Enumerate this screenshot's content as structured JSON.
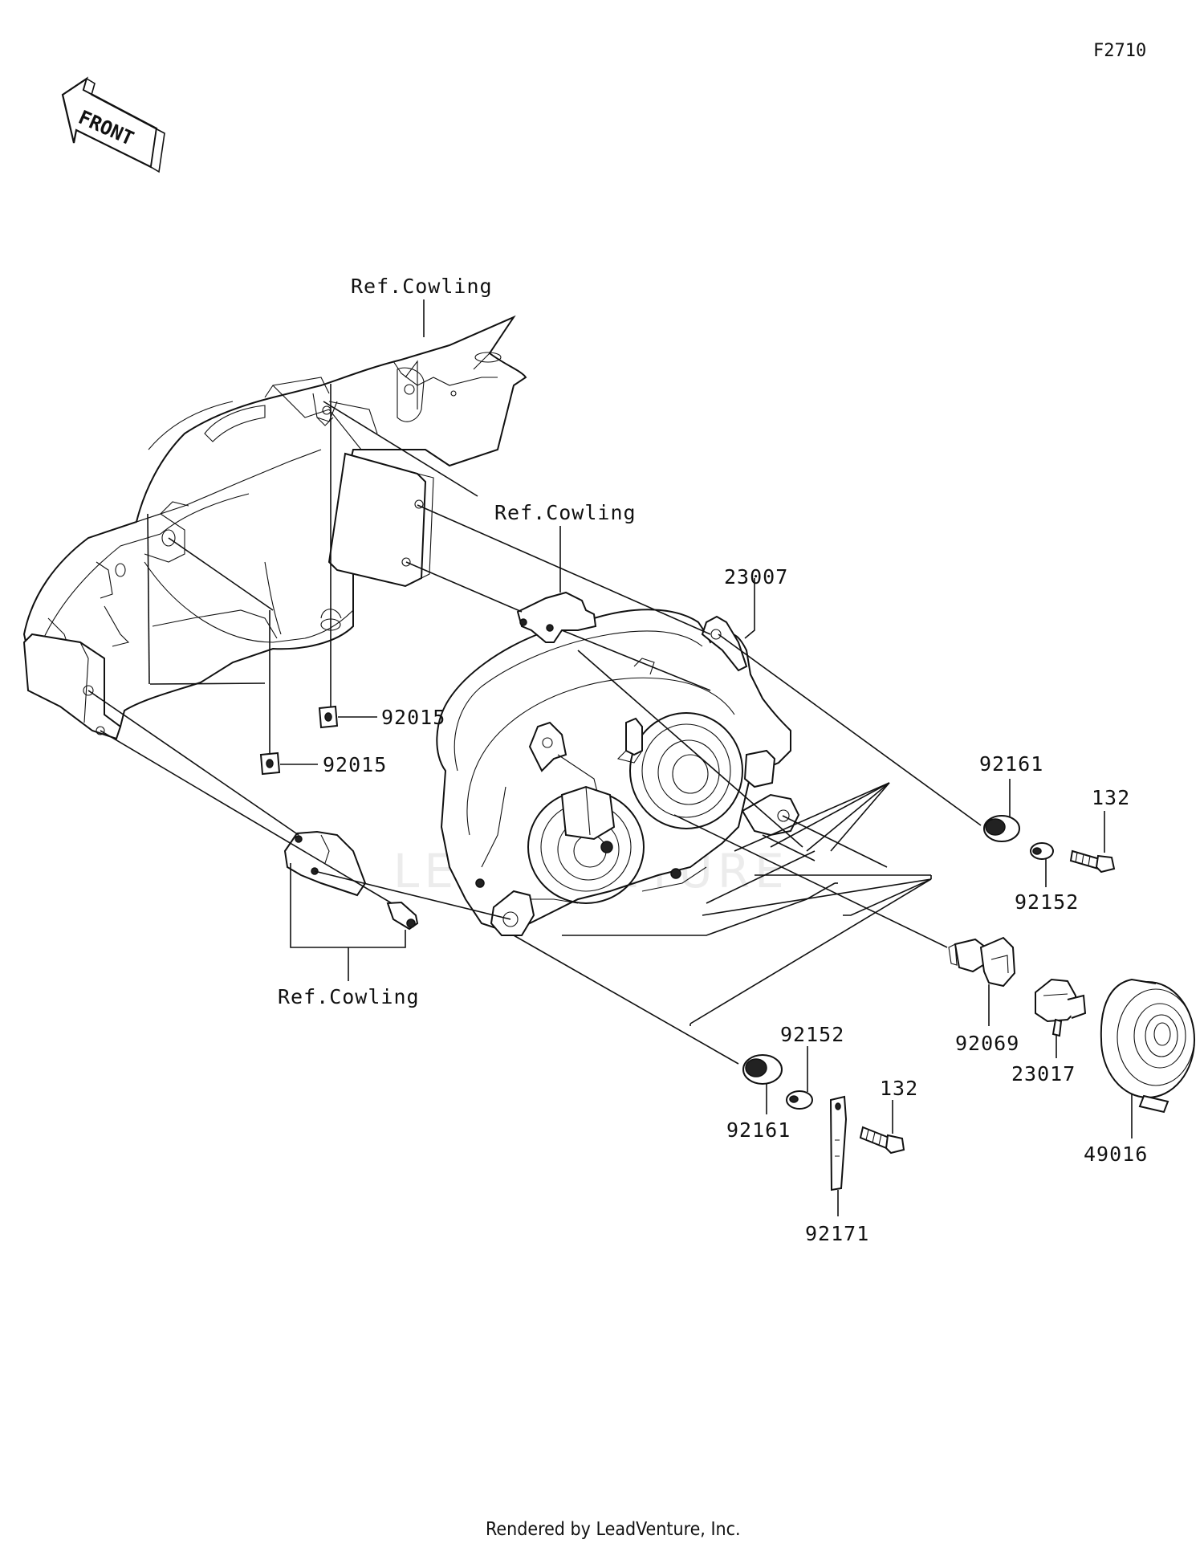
{
  "diagram": {
    "id": "F2710",
    "front_label": "FRONT",
    "watermark": "LEADVENTURE",
    "footer": "Rendered by LeadVenture, Inc."
  },
  "callouts": {
    "ref_cowling_top": "Ref.Cowling",
    "ref_cowling_mid": "Ref.Cowling",
    "ref_cowling_bottom": "Ref.Cowling",
    "p23007": "23007",
    "p92015_a": "92015",
    "p92015_b": "92015",
    "p92161_right": "92161",
    "p92152_right": "92152",
    "p132_right": "132",
    "p92069": "92069",
    "p23017": "23017",
    "p49016": "49016",
    "p92152_bottom": "92152",
    "p92161_bottom": "92161",
    "p132_bottom": "132",
    "p92171": "92171"
  }
}
